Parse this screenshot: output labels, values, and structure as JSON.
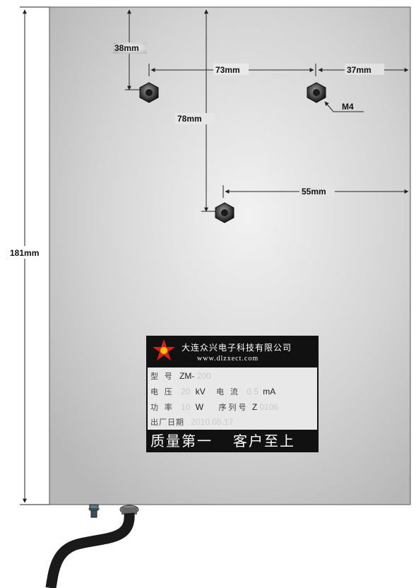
{
  "dimensions": {
    "height": "181mm",
    "top_hole_offset": "38mm",
    "hole_spacing": "73mm",
    "right_hole_offset": "37mm",
    "lower_hole_offset": "78mm",
    "lower_hole_right_offset": "55mm",
    "thread_label": "M4"
  },
  "nameplate": {
    "company": "大连众兴电子科技有限公司",
    "website": "www.dlzxect.com",
    "model_key": "型  号",
    "model_value": "ZM-",
    "model_suffix": "200",
    "voltage_key": "电  压",
    "voltage_value": "20",
    "voltage_unit": "kV",
    "current_key": "电  流",
    "current_value": "0.5",
    "current_unit": "mA",
    "power_key": "功  率",
    "power_value": "10",
    "power_unit": "W",
    "serial_key": "序列号",
    "serial_prefix": "Z",
    "serial_value": "0106",
    "date_key": "出厂日期",
    "date_value": "2010.05.17",
    "motto_left": "质量第一",
    "motto_right": "客户至上"
  },
  "colors": {
    "panel": "#d9d9d9",
    "label_bg": "#111111",
    "label_body": "#e8e8e8",
    "star": "#d42020"
  }
}
